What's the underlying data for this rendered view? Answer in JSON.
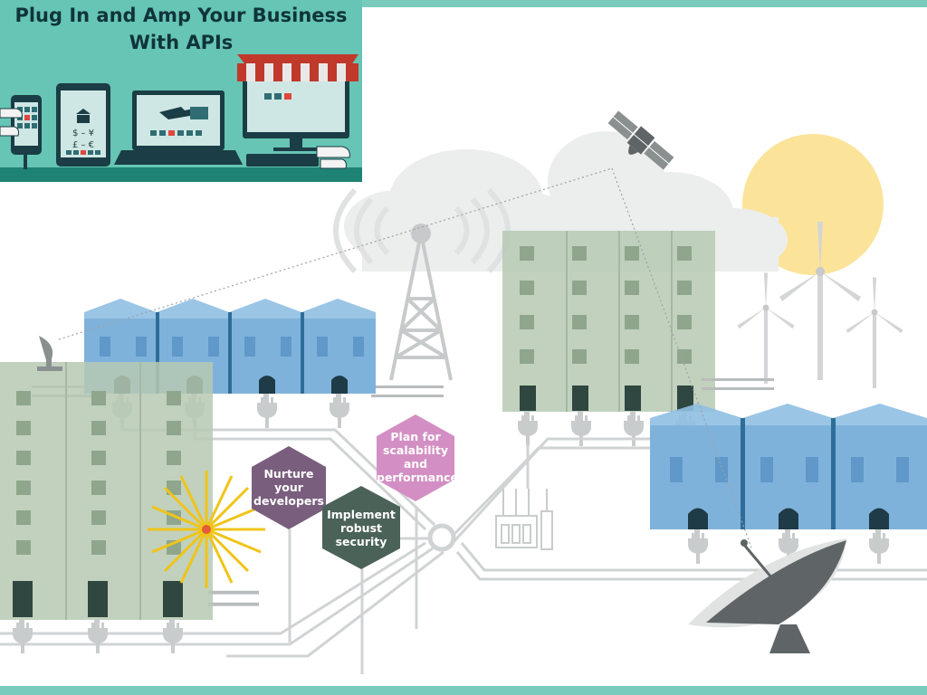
{
  "banner": {
    "title_line1": "Plug In and Amp Your Business",
    "title_line2": "With APIs",
    "device_symbols": {
      "dollar_yen": "$ – ¥",
      "pound_euro": "£ – €"
    }
  },
  "hexagons": [
    {
      "id": "nurture",
      "lines": [
        "Nurture",
        "your",
        "developers"
      ],
      "color": "#7a5e7e"
    },
    {
      "id": "security",
      "lines": [
        "Implement",
        "robust",
        "security"
      ],
      "color": "#4b6259"
    },
    {
      "id": "scalability",
      "lines": [
        "Plan for",
        "scalability",
        "and",
        "performance"
      ],
      "color": "#d38fc3"
    }
  ],
  "colors": {
    "frame": "#79cbbd",
    "banner_bg": "#66c5b4",
    "blue_building": "#7fb2db",
    "green_building": "#b6c9b3",
    "sun": "#fbe49a",
    "spark": "#f0c419"
  },
  "icons": [
    "satellite-icon",
    "radio-tower-icon",
    "satellite-dish-icon",
    "wind-turbine-icon",
    "sun-icon",
    "cloud-icon",
    "power-plug-icon",
    "transformer-icon",
    "spark-icon"
  ]
}
